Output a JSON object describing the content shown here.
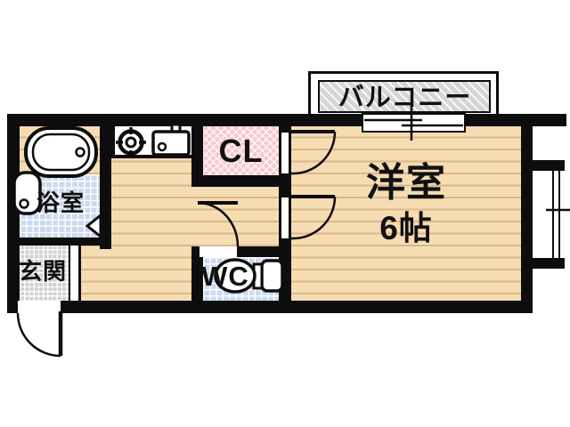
{
  "floorplan": {
    "balcony": {
      "label": "バルコニー"
    },
    "western_room": {
      "label": "洋室",
      "size": "6帖"
    },
    "closet": {
      "label": "CL"
    },
    "bathroom": {
      "label": "浴室"
    },
    "entrance": {
      "label": "玄関"
    },
    "toilet": {
      "label": "WC"
    },
    "colors": {
      "wall": "#0d0d0d",
      "floor": "#f6dcb2",
      "floor_stripe": "#d9b88c",
      "tile_blue": "#ccd9ee",
      "closet_pink": "#f7c9ce",
      "entrance_gray": "#d0d0d0",
      "balcony_gray": "#d6d6d6"
    }
  }
}
